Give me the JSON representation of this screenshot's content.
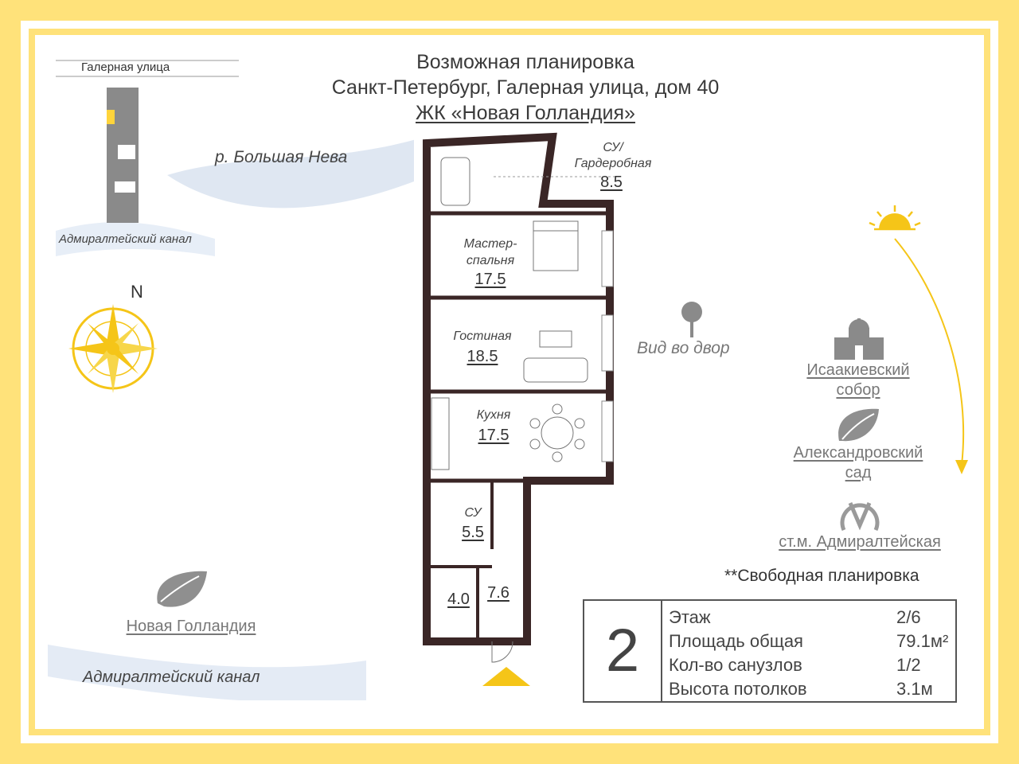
{
  "title": {
    "line1": "Возможная планировка",
    "line2": "Санкт-Петербург, Галерная улица, дом 40",
    "line3": "ЖК «Новая Голландия»"
  },
  "map": {
    "street": "Галерная улица",
    "river": "р. Большая Нева",
    "canal_top": "Адмиралтейский канал",
    "north": "N",
    "new_holland": "Новая Голландия",
    "canal_bottom": "Адмиралтейский канал",
    "courtyard_view": "Вид во двор"
  },
  "rooms": {
    "bath_wardrobe_label": "СУ/\nГардеробная",
    "bath_wardrobe_area": "8.5",
    "master_label": "Мастер-\nспальня",
    "master_area": "17.5",
    "living_label": "Гостиная",
    "living_area": "18.5",
    "kitchen_label": "Кухня",
    "kitchen_area": "17.5",
    "bath_label": "СУ",
    "bath_area": "5.5",
    "storage_area": "4.0",
    "hall_area": "7.6"
  },
  "poi": {
    "isaac_line1": "Исаакиевский",
    "isaac_line2": "собор",
    "garden_line1": "Александровский",
    "garden_line2": "сад",
    "metro": "ст.м. Адмиралтейская"
  },
  "free_layout": "**Свободная планировка",
  "info": {
    "number": "2",
    "rows": [
      {
        "label": "Этаж",
        "value": "2/6"
      },
      {
        "label": "Площадь общая",
        "value": "79.1м²"
      },
      {
        "label": "Кол-во санузлов",
        "value": "1/2"
      },
      {
        "label": "Высота потолков",
        "value": "3.1м"
      }
    ]
  },
  "colors": {
    "frame": "#ffe27a",
    "wall": "#3a2626",
    "sun": "#f5c518",
    "water": "#cdd9ea"
  }
}
